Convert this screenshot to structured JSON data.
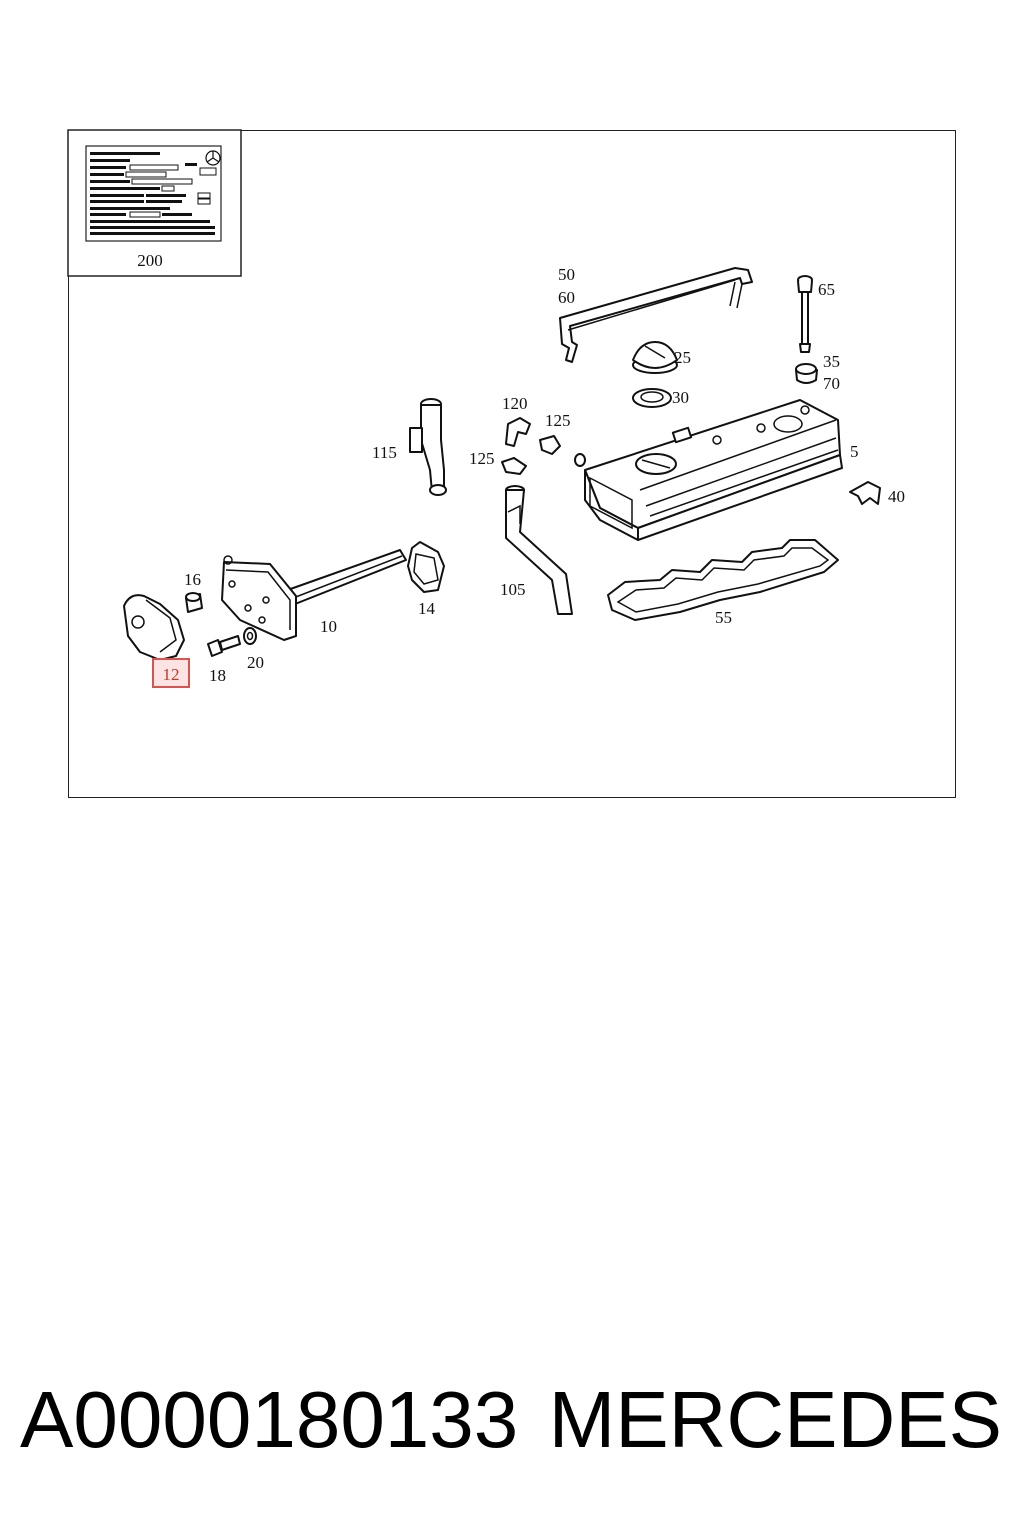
{
  "diagram": {
    "callouts": {
      "c200": "200",
      "c50": "50",
      "c60": "60",
      "c65": "65",
      "c25": "25",
      "c35": "35",
      "c70": "70",
      "c30": "30",
      "c120": "120",
      "c125a": "125",
      "c125b": "125",
      "c115": "115",
      "c5": "5",
      "c40": "40",
      "c16": "16",
      "c14": "14",
      "c105": "105",
      "c55": "55",
      "c10": "10",
      "c20": "20",
      "c12": "12",
      "c18": "18"
    },
    "highlight_color": "#d9534f"
  },
  "footer": {
    "part_number": "A0000180133",
    "brand": "MERCEDES"
  }
}
